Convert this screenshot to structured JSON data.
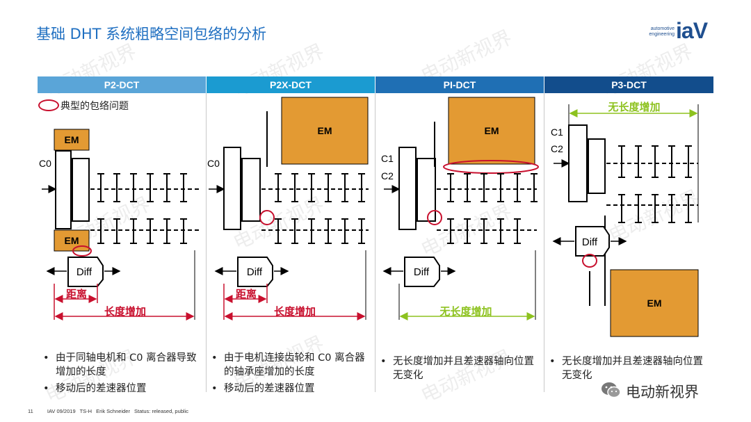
{
  "title": "基础 DHT 系统粗略空间包络的分析",
  "logo": {
    "small_line1": "automotive",
    "small_line2": "engineering",
    "mark": "iaV"
  },
  "columns": [
    {
      "header": "P2-DCT",
      "color": "#5aa5d8"
    },
    {
      "header": "P2X-DCT",
      "color": "#1b9bd1"
    },
    {
      "header": "PI-DCT",
      "color": "#1f6fb4"
    },
    {
      "header": "P3-DCT",
      "color": "#124d8c"
    }
  ],
  "legend": {
    "label": "典型的包络问题"
  },
  "diagram_labels": {
    "em": "EM",
    "diff": "Diff",
    "c0": "C0",
    "c1": "C1",
    "c2": "C2",
    "distance": "距离",
    "length_increase": "长度增加",
    "no_length_increase": "无长度增加"
  },
  "bullets": [
    [
      "由于同轴电机和 C0 离合器导致增加的长度",
      "移动后的差速器位置"
    ],
    [
      "由于电机连接齿轮和 C0 离合器的轴承座增加的长度",
      "移动后的差速器位置"
    ],
    [
      "无长度增加并且差速器轴向位置无变化"
    ],
    [
      "无长度增加并且差速器轴向位置无变化"
    ]
  ],
  "footer": {
    "page": "11",
    "date": "IAV 09/2019",
    "dept": "TS-H",
    "author": "Erik Schneider",
    "status": "Status: released, public"
  },
  "watermark": "电动新视界",
  "wechat_label": "电动新视界",
  "colors": {
    "em_fill": "#e39a33",
    "red": "#c8102e",
    "green": "#8dc21f",
    "title": "#1f6fc1"
  }
}
